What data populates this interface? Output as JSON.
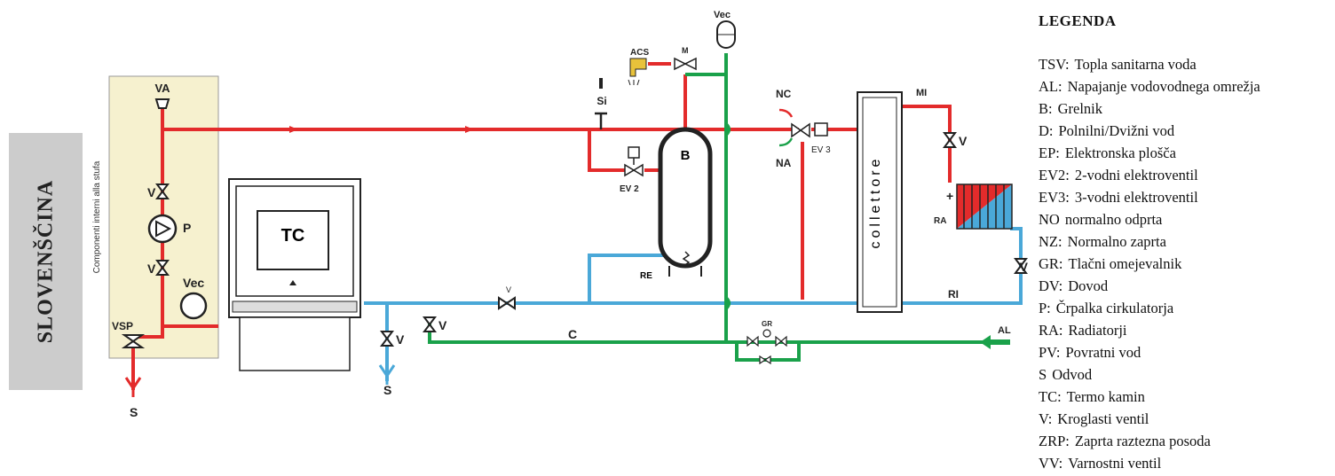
{
  "side_label": "SLOVENŠČINA",
  "module_label": "Componenti interni alla stufa",
  "legend": {
    "title": "LEGENDA",
    "items": [
      {
        "code": "TSV:",
        "desc": "Topla sanitarna voda"
      },
      {
        "code": "AL:",
        "desc": "Napajanje vodovodnega omrežja"
      },
      {
        "code": "B:",
        "desc": "Grelnik"
      },
      {
        "code": "D:",
        "desc": "Polnilni/Dvižni vod"
      },
      {
        "code": "EP:",
        "desc": "Elektronska plošča"
      },
      {
        "code": "EV2:",
        "desc": "2-vodni elektroventil"
      },
      {
        "code": "EV3:",
        "desc": "3-vodni elektroventil"
      },
      {
        "code": "NO",
        "desc": "normalno odprta"
      },
      {
        "code": "NZ:",
        "desc": "Normalno zaprta"
      },
      {
        "code": "GR:",
        "desc": "Tlačni omejevalnik"
      },
      {
        "code": "DV:",
        "desc": "Dovod"
      },
      {
        "code": "P:",
        "desc": "Črpalka cirkulatorja"
      },
      {
        "code": "RA:",
        "desc": "Radiatorji"
      },
      {
        "code": "PV:",
        "desc": "Povratni vod"
      },
      {
        "code": "S",
        "desc": "Odvod"
      },
      {
        "code": "TC:",
        "desc": "Termo kamin"
      },
      {
        "code": "V:",
        "desc": "Kroglasti ventil"
      },
      {
        "code": "ZRP:",
        "desc": "Zaprta raztezna posoda"
      },
      {
        "code": "VV:",
        "desc": "Varnostni ventil"
      }
    ]
  },
  "labels": {
    "va": "VA",
    "v_upper": "V",
    "p": "P",
    "v_lower": "V",
    "vec_left": "Vec",
    "vsp": "VSP",
    "s_left": "S",
    "tc": "TC",
    "v_drain": "V",
    "s_drain": "S",
    "v_mid": "V",
    "c": "C",
    "v_small": "V",
    "si": "Si",
    "ev2": "EV 2",
    "b": "B",
    "re": "RE",
    "acs": "ACS",
    "m": "M",
    "vec_top": "Vec",
    "gr": "GR",
    "nc": "NC",
    "na": "NA",
    "ev3": "EV 3",
    "collettore": "collettore",
    "mi": "MI",
    "v_right": "V",
    "plus": "+",
    "ra": "RA",
    "v_far": "V",
    "ri": "RI",
    "al": "AL"
  },
  "colors": {
    "supply": "#e32b2b",
    "return": "#4aa8d8",
    "feed": "#1aa14a",
    "module_bg": "#f6f1cf"
  }
}
